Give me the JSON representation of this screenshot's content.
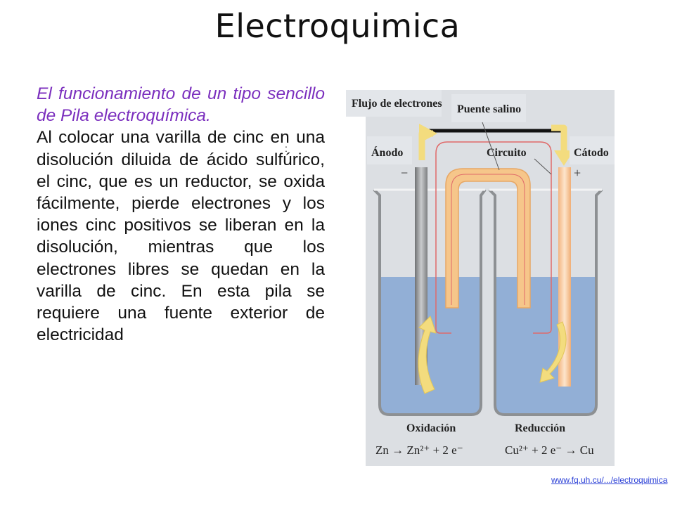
{
  "title": "Electroquimica",
  "lead": "El funcionamiento de un tipo sencillo de Pila electroquímica.",
  "colon": ":",
  "paragraph": "Al colocar una varilla de cinc en una disolución diluida de ácido sulfúrico, el cinc, que es un reductor, se oxida fácilmente, pierde electrones y los iones cinc positivos se liberan en la disolución, mientras que los electrones libres se quedan en la varilla de cinc. En esta pila se requiere una fuente exterior de electricidad",
  "diagram": {
    "labels": {
      "electron_flow": "Flujo de electrones",
      "salt_bridge": "Puente salino",
      "anode": "Ánodo",
      "circuit": "Circuito",
      "cathode": "Cátodo",
      "minus": "−",
      "plus": "+",
      "oxidation": "Oxidación",
      "reduction": "Reducción"
    },
    "equations": {
      "oxidation": "Zn → Zn²⁺ + 2 e⁻",
      "reduction": "Cu²⁺ + 2 e⁻ → Cu"
    },
    "colors": {
      "background": "#dcdfe3",
      "solution": "#92afd6",
      "zinc_rod": "#9a9c9e",
      "copper_rod": "#f6c59a",
      "bridge": "#f6c68a",
      "arrow": "#f3dc7e",
      "circuit": "#e06a6a"
    }
  },
  "source_link": "www.fq.uh.cu/.../electroquimica"
}
